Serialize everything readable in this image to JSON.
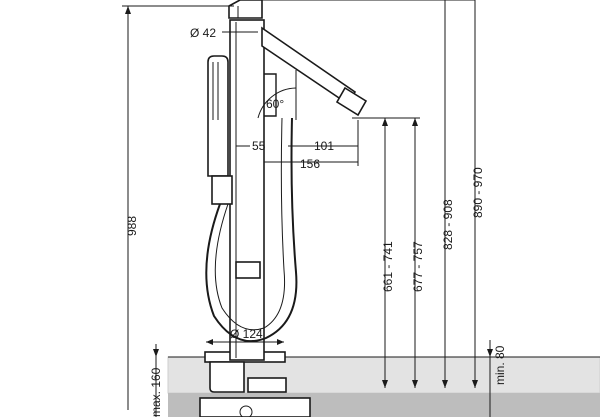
{
  "dimensions": {
    "dia42": "Ø 42",
    "angle60": "60°",
    "d55": "55",
    "d101": "101",
    "d156": "156",
    "dia124": "Ø 124",
    "h988": "988",
    "h661_741": "661 - 741",
    "h677_757": "677 - 757",
    "h828_908": "828 - 908",
    "h890_970": "890 - 970",
    "min80": "min. 80",
    "max160": "max. 160"
  }
}
